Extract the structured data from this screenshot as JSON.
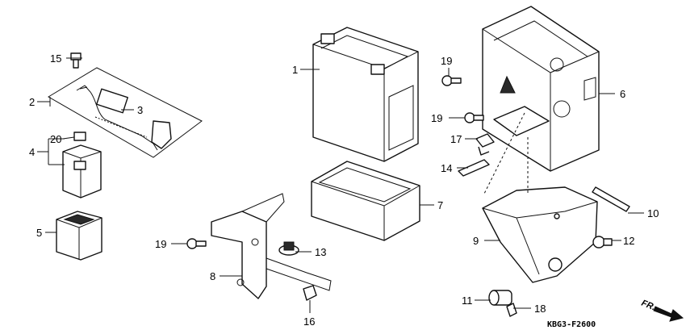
{
  "diagram": {
    "drawing_code": "KBG3-F2600",
    "direction_label": "FR.",
    "callouts": [
      "1",
      "2",
      "3",
      "4",
      "5",
      "6",
      "7",
      "8",
      "9",
      "10",
      "11",
      "12",
      "13",
      "14",
      "15",
      "16",
      "17",
      "18",
      "19",
      "19",
      "19",
      "20"
    ]
  }
}
